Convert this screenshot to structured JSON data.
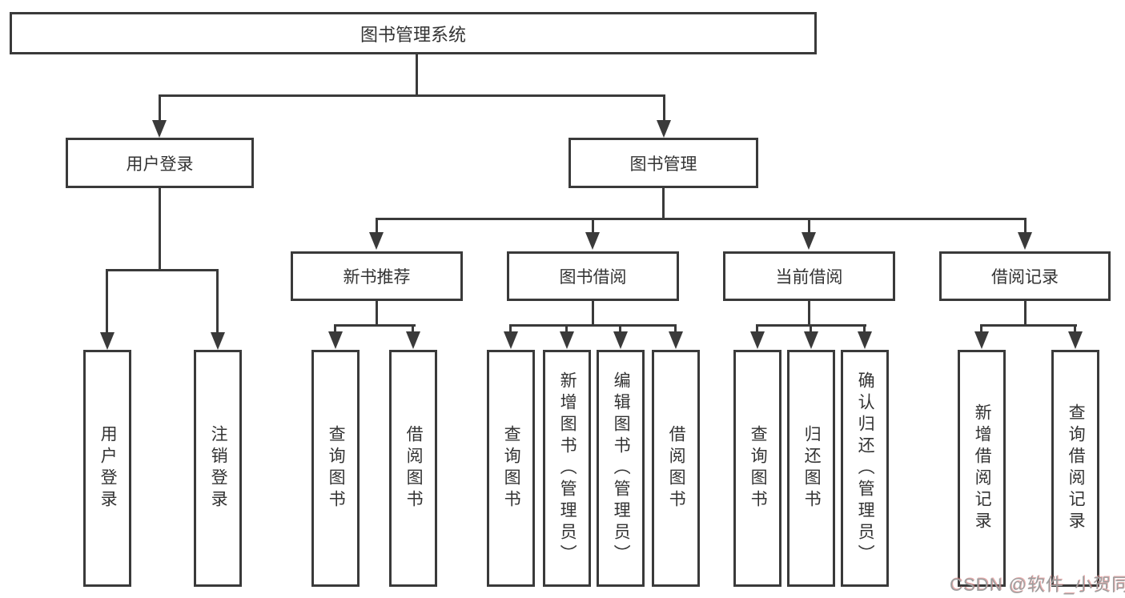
{
  "diagram": {
    "title": "图书管理系统",
    "colors": {
      "line": "#3a3a3a",
      "box_border": "#3a3a3a",
      "text": "#333333",
      "background": "#ffffff",
      "watermark_text": "#9e9e9e",
      "watermark_shadow": "#d66a6a"
    },
    "nodes": {
      "root": "图书管理系统",
      "user_login": "用户登录",
      "book_mgmt": "图书管理",
      "new_book_rec": "新书推荐",
      "book_borrow": "图书借阅",
      "current_borrow": "当前借阅",
      "borrow_records": "借阅记录",
      "leaf_user_login": "用户登录",
      "leaf_logout": "注销登录",
      "leaf_query_book_1": "查询图书",
      "leaf_borrow_book_1": "借阅图书",
      "leaf_query_book_2": "查询图书",
      "leaf_add_book": "新增图书（管理员）",
      "leaf_edit_book": "编辑图书（管理员）",
      "leaf_borrow_book_2": "借阅图书",
      "leaf_query_book_3": "查询图书",
      "leaf_return_book": "归还图书",
      "leaf_confirm_return": "确认归还（管理员）",
      "leaf_add_borrow_record": "新增借阅记录",
      "leaf_query_borrow_record": "查询借阅记录"
    },
    "edges": [
      "root -> user_login",
      "root -> book_mgmt",
      "user_login -> leaf_user_login",
      "user_login -> leaf_logout",
      "book_mgmt -> new_book_rec",
      "book_mgmt -> book_borrow",
      "book_mgmt -> current_borrow",
      "book_mgmt -> borrow_records",
      "new_book_rec -> leaf_query_book_1",
      "new_book_rec -> leaf_borrow_book_1",
      "book_borrow -> leaf_query_book_2",
      "book_borrow -> leaf_add_book",
      "book_borrow -> leaf_edit_book",
      "book_borrow -> leaf_borrow_book_2",
      "current_borrow -> leaf_query_book_3",
      "current_borrow -> leaf_return_book",
      "current_borrow -> leaf_confirm_return",
      "borrow_records -> leaf_add_borrow_record",
      "borrow_records -> leaf_query_borrow_record"
    ]
  },
  "watermark": {
    "text": "CSDN @软件_小贺同学"
  }
}
